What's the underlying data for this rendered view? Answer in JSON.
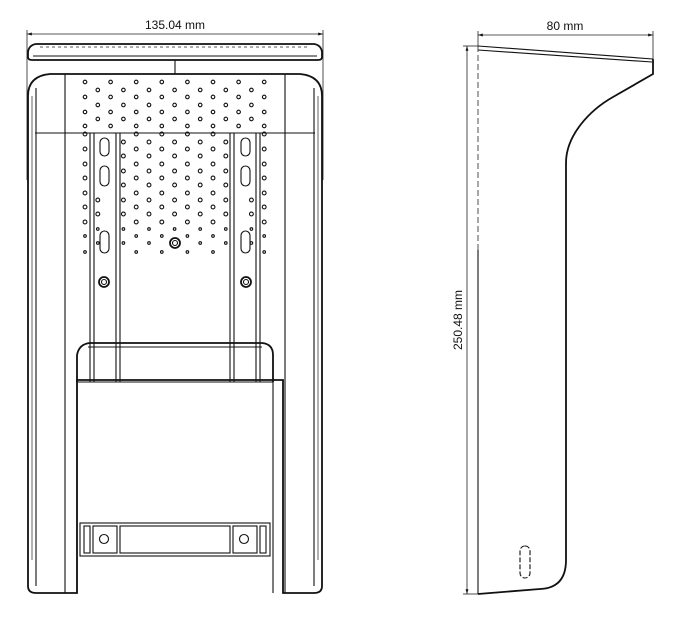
{
  "front_view": {
    "width_label": "135.04 mm"
  },
  "side_view": {
    "depth_label": "80 mm",
    "height_label": "250.48 mm"
  },
  "colors": {
    "line": "#111111",
    "background": "#ffffff"
  }
}
